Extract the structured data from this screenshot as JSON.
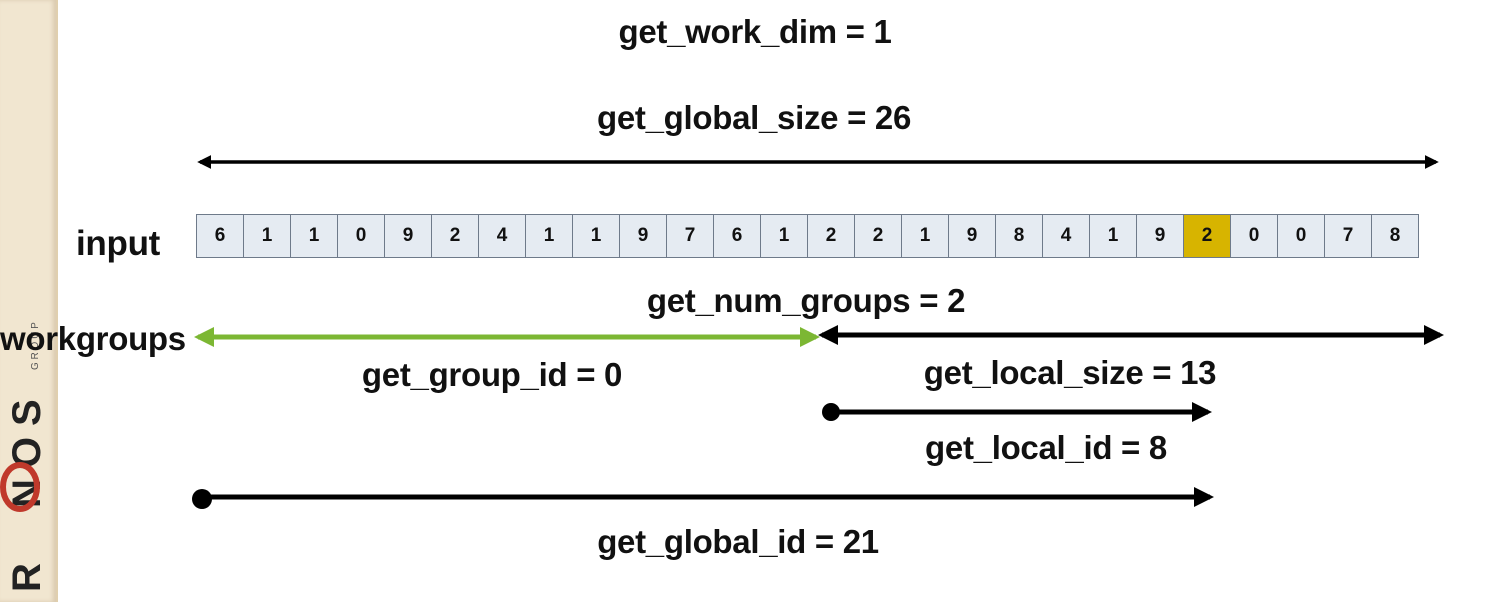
{
  "title": "get_work_dim = 1",
  "global_size": "get_global_size = 26",
  "input_label": "input",
  "input_values": [
    "6",
    "1",
    "1",
    "0",
    "9",
    "2",
    "4",
    "1",
    "1",
    "9",
    "7",
    "6",
    "1",
    "2",
    "2",
    "1",
    "9",
    "8",
    "4",
    "1",
    "9",
    "2",
    "0",
    "0",
    "7",
    "8"
  ],
  "highlighted_index": 21,
  "num_groups": "get_num_groups = 2",
  "workgroups_label": "workgroups",
  "group_id": "get_group_id = 0",
  "local_size": "get_local_size = 13",
  "local_id": "get_local_id = 8",
  "global_id": "get_global_id = 21",
  "logo_text": "KHRONOS GROUP",
  "colors": {
    "highlight": "#d7b400",
    "cell_fill": "#e5ebf2",
    "group0_arrow": "#7cb733",
    "arrow": "#000000",
    "logo_red": "#c0392b"
  }
}
